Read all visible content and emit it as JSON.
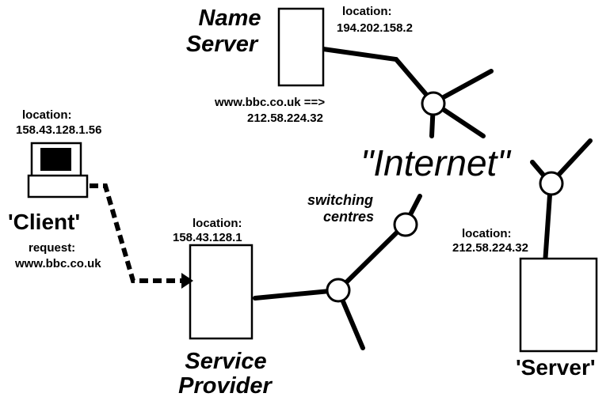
{
  "name_server": {
    "title_line1": "Name",
    "title_line2": "Server",
    "location_label": "location:",
    "location_ip": "194.202.158.2",
    "lookup_line1": "www.bbc.co.uk ==>",
    "lookup_line2": "212.58.224.32"
  },
  "client": {
    "location_label": "location:",
    "location_ip": "158.43.128.1.56",
    "title": "'Client'",
    "request_label": "request:",
    "request_url": "www.bbc.co.uk"
  },
  "internet": {
    "title": "\"Internet\"",
    "switching_line1": "switching",
    "switching_line2": "centres"
  },
  "service_provider": {
    "location_label": "location:",
    "location_ip": "158.43.128.1",
    "title_line1": "Service",
    "title_line2": "Provider"
  },
  "server": {
    "location_label": "location:",
    "location_ip": "212.58.224.32",
    "title": "'Server'"
  }
}
